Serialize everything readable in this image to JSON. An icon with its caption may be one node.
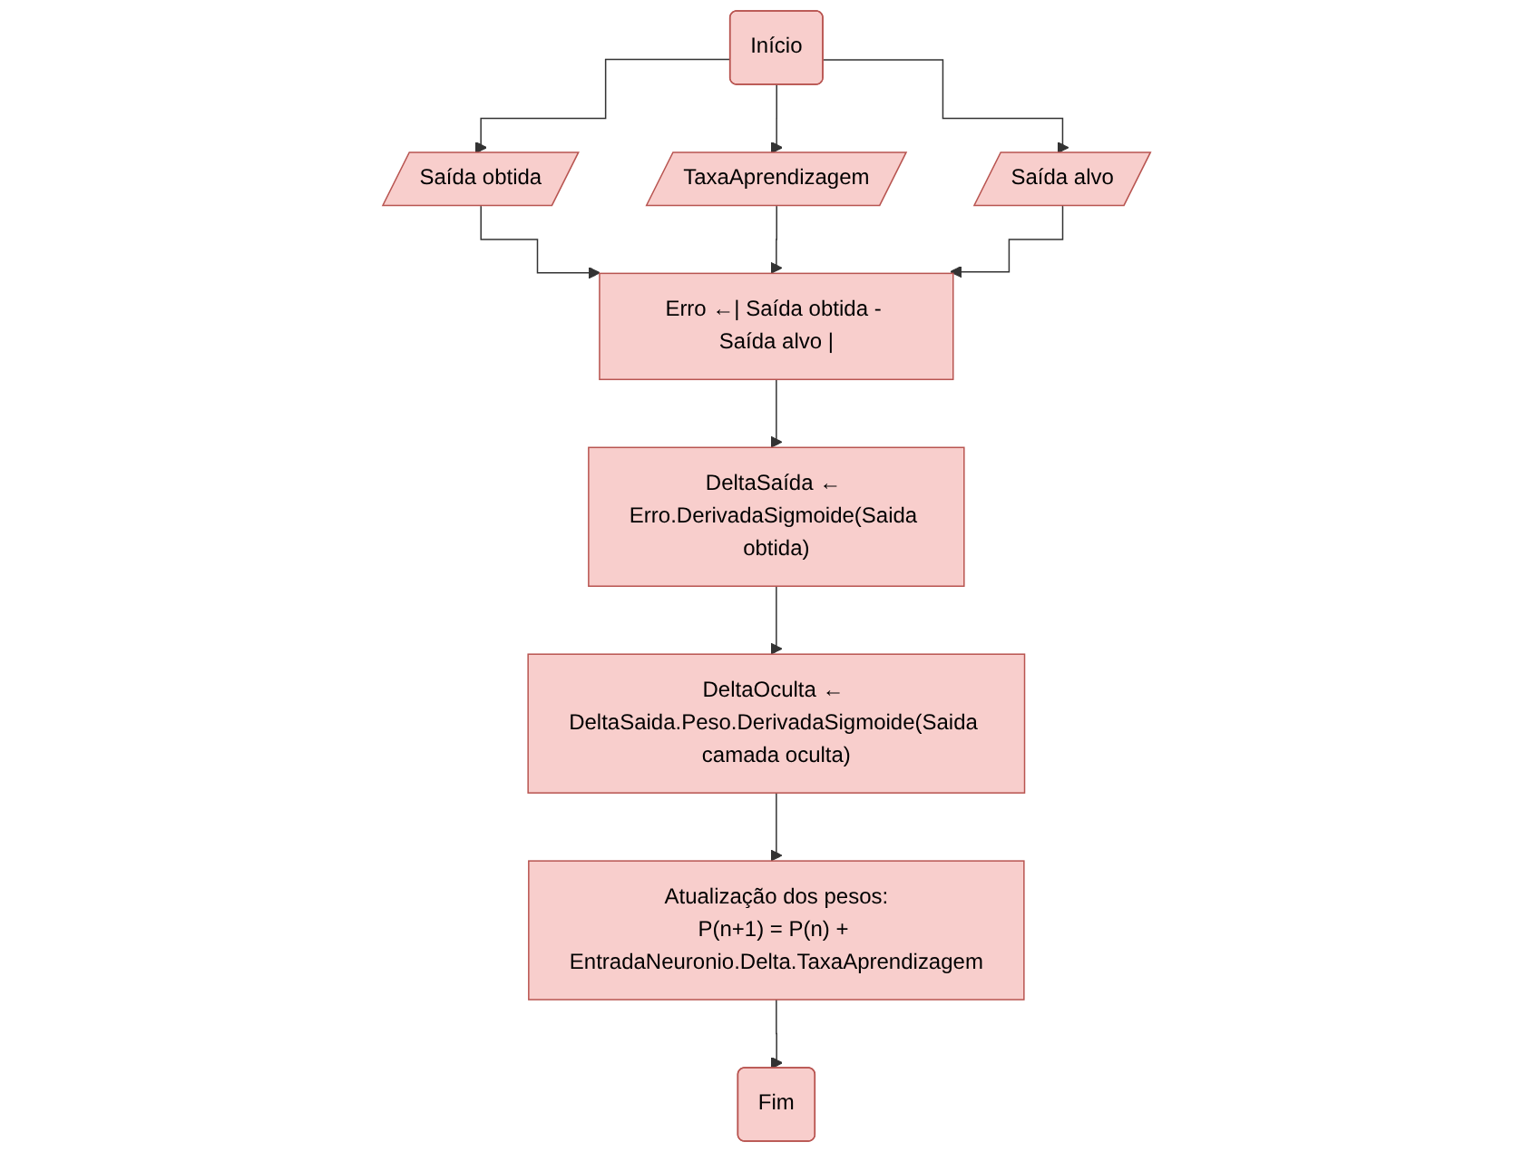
{
  "diagram": {
    "nodes": [
      {
        "text": [
          "Início"
        ]
      },
      {
        "text": [
          "Saída obtida"
        ]
      },
      {
        "text": [
          "TaxaAprendizagem"
        ]
      },
      {
        "text": [
          "Saída alvo"
        ]
      },
      {
        "text": [
          "Erro ←| Saída obtida - Saída alvo |"
        ]
      },
      {
        "text": [
          "DeltaSaída ← Erro.DerivadaSigmoide(Saida obtida)"
        ]
      },
      {
        "text": [
          "DeltaOculta ← DeltaSaida.Peso.DerivadaSigmoide(Saida camada oculta)"
        ]
      },
      {
        "text": [
          "Atualização dos pesos:",
          "P(n+1) = P(n) + EntradaNeuronio.Delta.TaxaAprendizagem"
        ]
      },
      {
        "text": [
          "Fim"
        ]
      }
    ],
    "edges": [
      {
        "from": 0,
        "to": 1,
        "arrow": "to"
      },
      {
        "from": 0,
        "to": 2,
        "arrow": "to"
      },
      {
        "from": 0,
        "to": 3,
        "arrow": "to"
      },
      {
        "from": 1,
        "to": 4,
        "arrow": "to"
      },
      {
        "from": 2,
        "to": 4,
        "arrow": "to"
      },
      {
        "from": 3,
        "to": 4,
        "arrow": "to"
      },
      {
        "from": 4,
        "to": 5,
        "arrow": "to"
      },
      {
        "from": 5,
        "to": 6,
        "arrow": "to"
      },
      {
        "from": 6,
        "to": 7,
        "arrow": "to"
      },
      {
        "from": 7,
        "to": 8,
        "arrow": "to"
      }
    ]
  }
}
